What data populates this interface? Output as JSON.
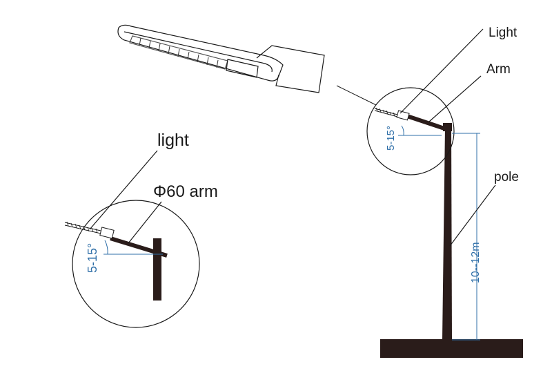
{
  "labels": {
    "light_main": "Light",
    "arm_main": "Arm",
    "pole": "pole",
    "light_detail": "light",
    "arm_detail": "Φ60 arm"
  },
  "dimensions": {
    "angle_main": "5-15°",
    "angle_detail": "5-15°",
    "height": "10--12m"
  },
  "colors": {
    "line": "#1a1a1a",
    "pole": "#2a1c1a",
    "dimension": "#2f6fa8"
  }
}
